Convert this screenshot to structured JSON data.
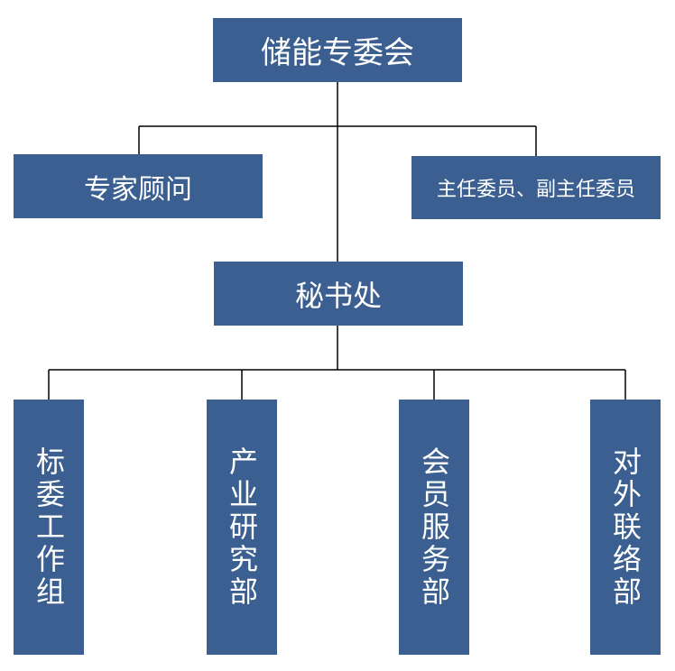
{
  "org_chart": {
    "root": {
      "label": "储能专委会"
    },
    "advisors": {
      "label": "专家顾问"
    },
    "directors": {
      "label": "主任委员、副主任委员"
    },
    "secretariat": {
      "label": "秘书处"
    },
    "departments": [
      {
        "label": "标委工作组"
      },
      {
        "label": "产业研究部"
      },
      {
        "label": "会员服务部"
      },
      {
        "label": "对外联络部"
      }
    ]
  },
  "colors": {
    "box_fill": "#3a5f90",
    "box_text": "#ffffff",
    "connector": "#000000"
  }
}
